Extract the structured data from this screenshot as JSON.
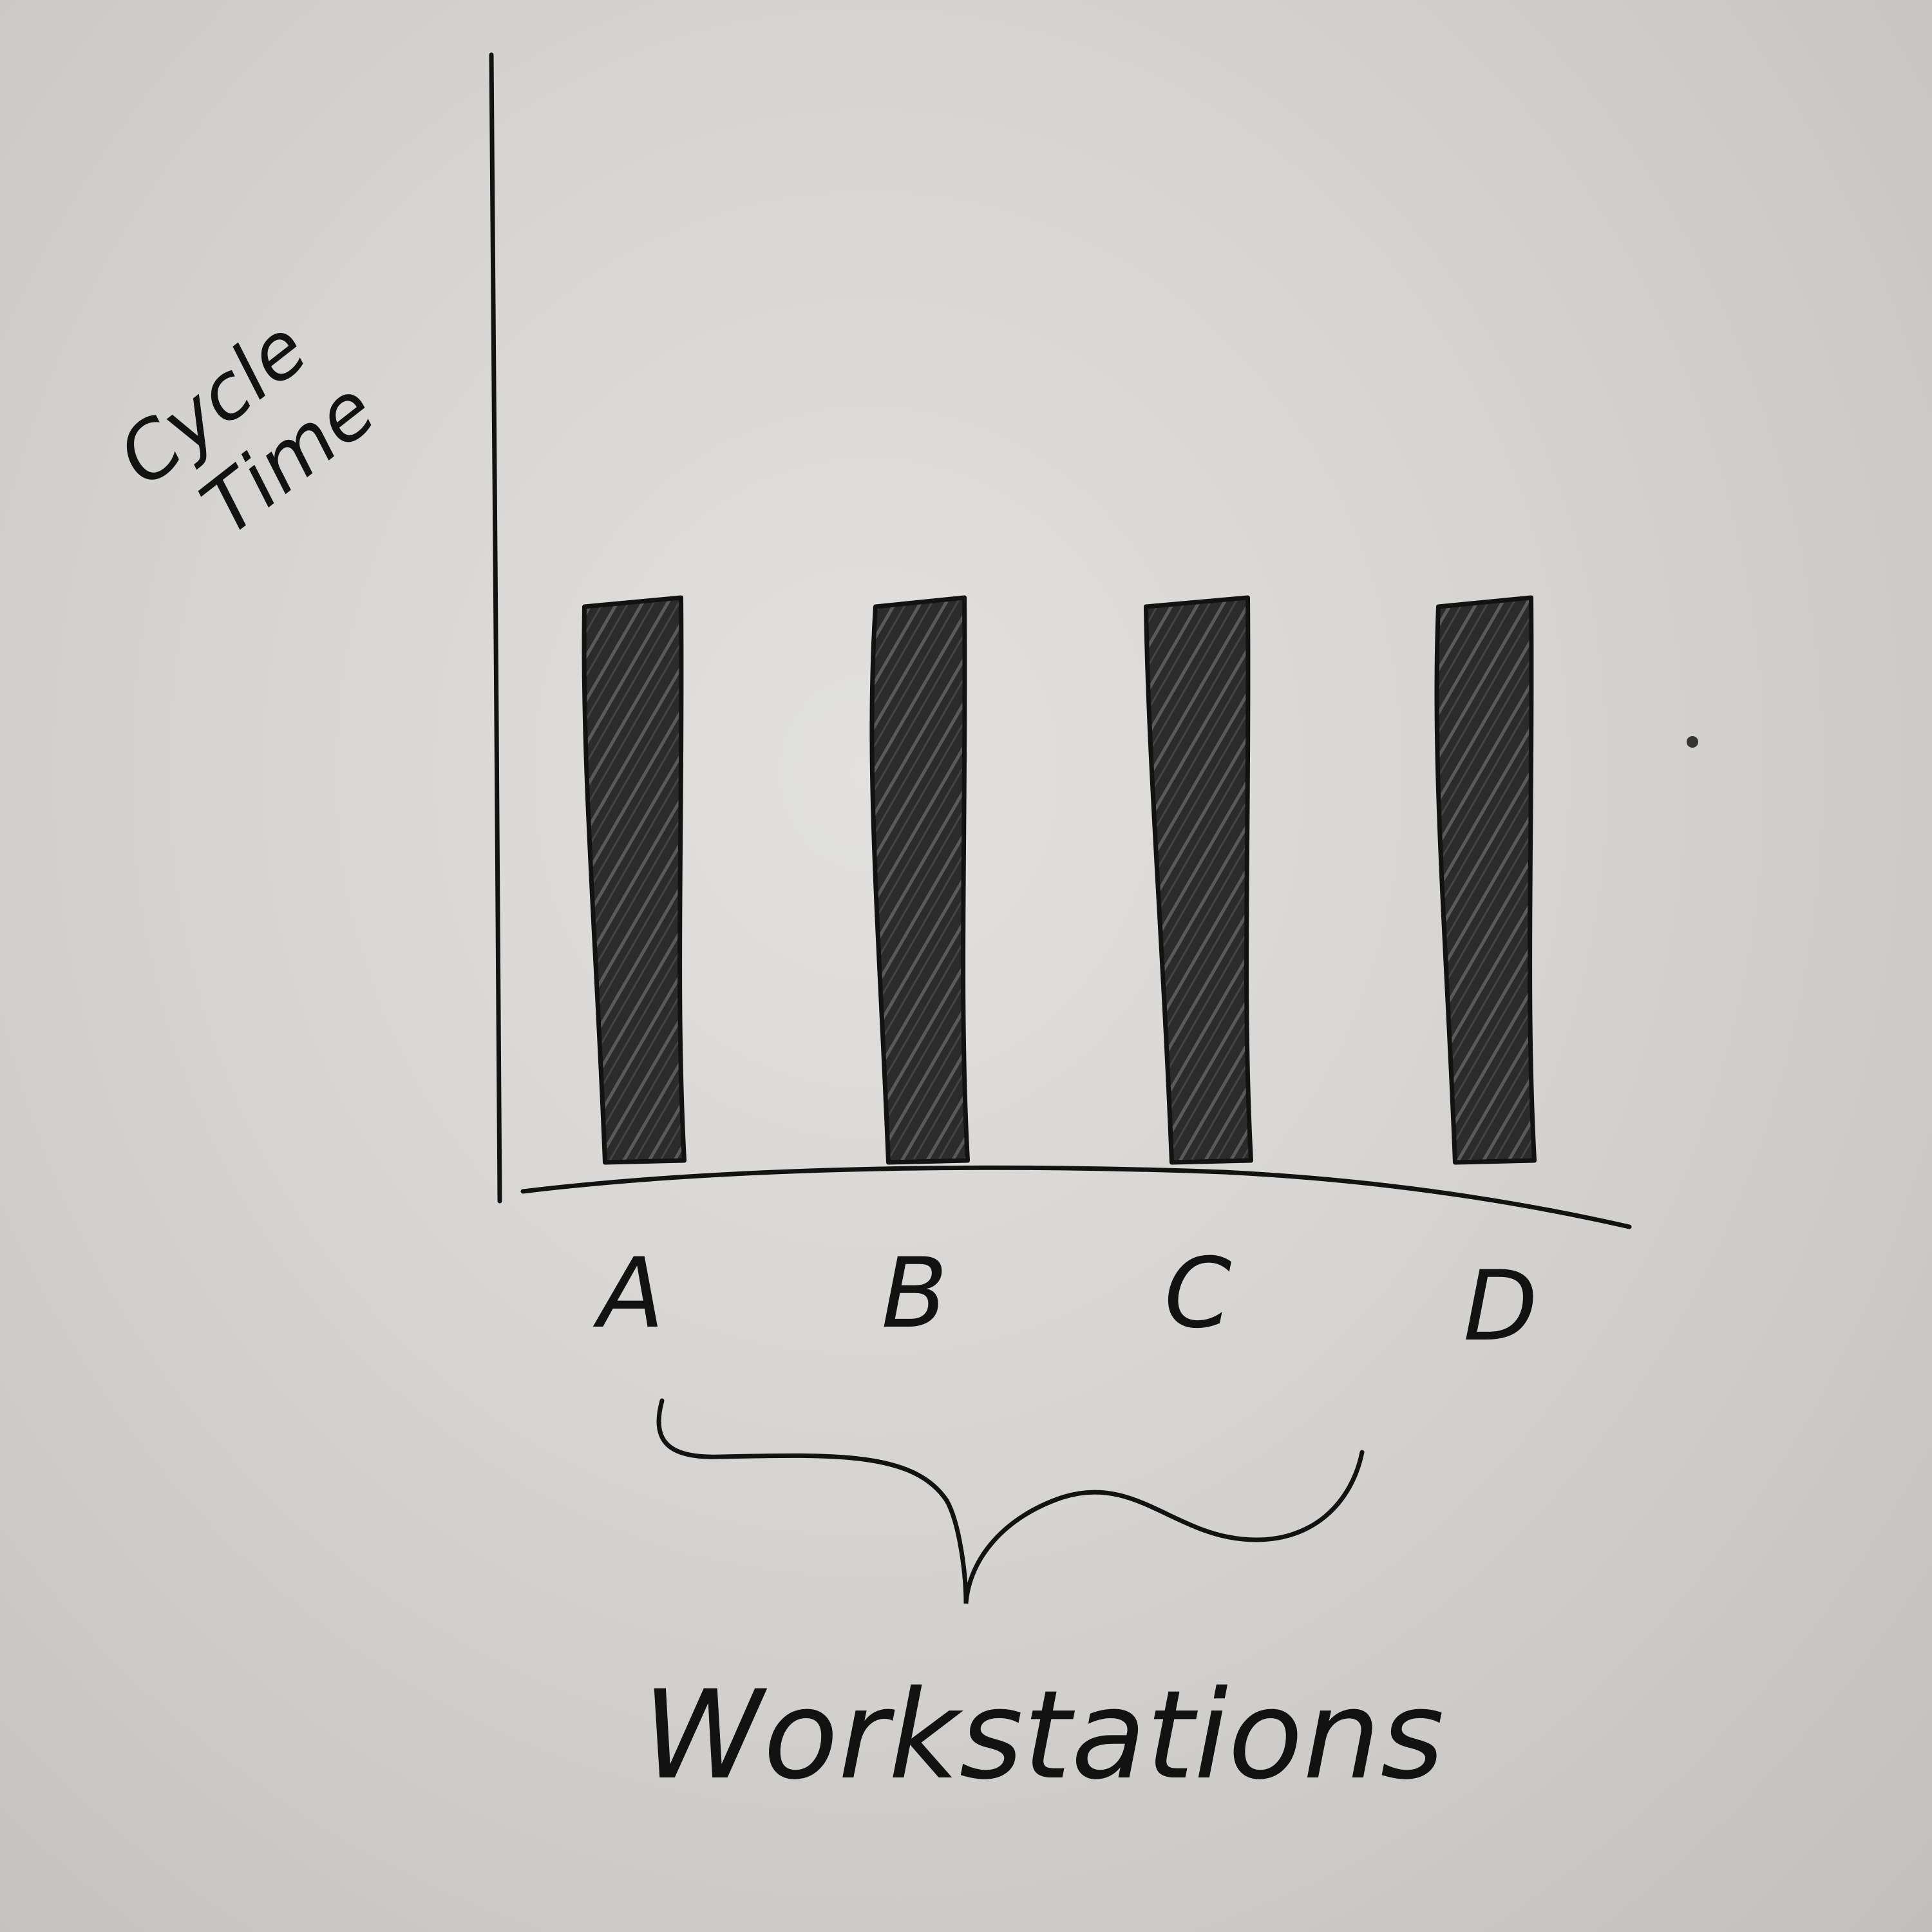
{
  "chart_data": {
    "type": "bar",
    "title": "",
    "ylabel_lines": [
      "Cycle",
      "Time"
    ],
    "xlabel": "Workstations",
    "categories": [
      "A",
      "B",
      "C",
      "D"
    ],
    "values": [
      100,
      100,
      100,
      100
    ],
    "ylim": [
      0,
      155
    ],
    "grid": false,
    "legend": "none",
    "style": "hand-drawn whiteboard marker sketch",
    "colors": {
      "ink": "#121212",
      "board": "#d4d2cf",
      "fill": "#2a2a2a"
    }
  }
}
